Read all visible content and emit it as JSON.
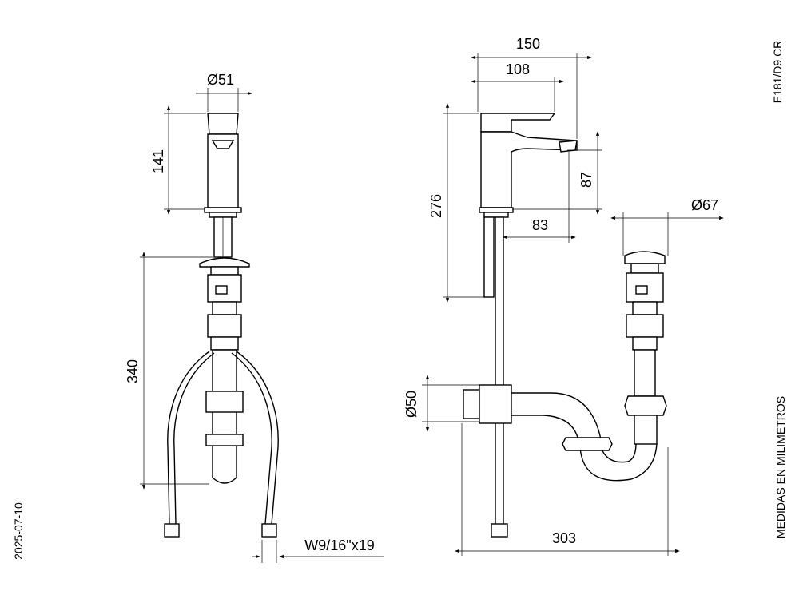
{
  "drawing": {
    "code": "E181/D9 CR",
    "units_note": "MEDIDAS EN MILIMETROS",
    "date": "2025-07-10"
  },
  "front_view": {
    "diameter_faucet": "Ø51",
    "height_faucet": "141",
    "height_drain": "340",
    "hose_thread": "W9/16\"x19"
  },
  "side_view": {
    "total_length": "150",
    "spout_reach": "108",
    "total_height": "276",
    "spout_height": "87",
    "spout_clearance": "83",
    "drain_diameter": "Ø67",
    "trap_diameter": "Ø50",
    "trap_width": "303"
  }
}
